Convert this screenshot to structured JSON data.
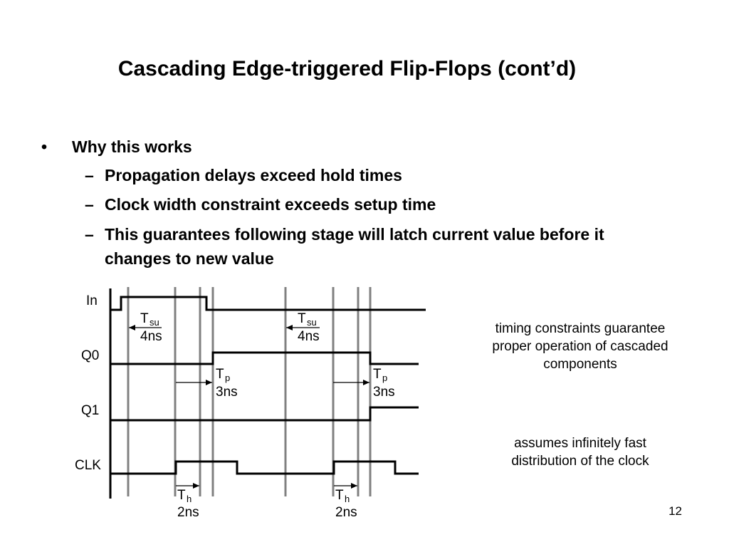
{
  "slide": {
    "title": "Cascading Edge-triggered Flip-Flops (cont’d)",
    "page_number": "12"
  },
  "bullets": {
    "main": {
      "marker": "•",
      "text": "Why this works"
    },
    "subs": [
      {
        "marker": "–",
        "text": "Propagation delays exceed hold times"
      },
      {
        "marker": "–",
        "text": "Clock width constraint exceeds setup time"
      },
      {
        "marker": "–",
        "text": "This guarantees following stage will latch current value before it changes to new value"
      }
    ]
  },
  "notes": [
    {
      "text": "timing constraints guarantee proper operation of cascaded components"
    },
    {
      "text": "assumes infinitely fast distribution of the clock"
    }
  ],
  "diagram": {
    "signals": [
      {
        "name": "In",
        "label": "In"
      },
      {
        "name": "Q0",
        "label": "Q0"
      },
      {
        "name": "Q1",
        "label": "Q1"
      },
      {
        "name": "CLK",
        "label": "CLK"
      }
    ],
    "annotations": [
      {
        "kind": "setup",
        "symbol": "T",
        "subscript": "su",
        "value": "4ns"
      },
      {
        "kind": "setup",
        "symbol": "T",
        "subscript": "su",
        "value": "4ns"
      },
      {
        "kind": "propagation",
        "symbol": "T",
        "subscript": "p",
        "value": "3ns"
      },
      {
        "kind": "propagation",
        "symbol": "T",
        "subscript": "p",
        "value": "3ns"
      },
      {
        "kind": "hold",
        "symbol": "T",
        "subscript": "h",
        "value": "2ns"
      },
      {
        "kind": "hold",
        "symbol": "T",
        "subscript": "h",
        "value": "2ns"
      }
    ],
    "colors": {
      "trace": "#000000",
      "marker": "#808080"
    }
  }
}
